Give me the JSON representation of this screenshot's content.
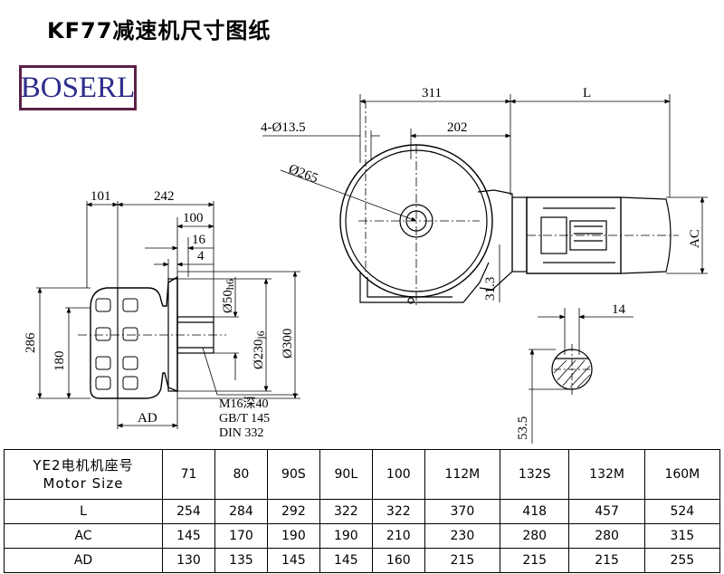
{
  "title": "KF77减速机尺寸图纸",
  "logo": "BOSERL",
  "dims": {
    "d101": "101",
    "d242": "242",
    "d100": "100",
    "d16": "16",
    "d4": "4",
    "d286": "286",
    "d180": "180",
    "d50": "Ø50",
    "d50_tol": "h6",
    "d230": "Ø230",
    "d230_tol": "j6",
    "d300": "Ø300",
    "dAD": "AD",
    "note1": "M16深40",
    "note2": "GB/T 145",
    "note3": "DIN 332",
    "d311": "311",
    "dL": "L",
    "d4_13": "4-Ø13.5",
    "d202": "202",
    "d265": "Ø265",
    "d31_3": "31.3",
    "dAC": "AC",
    "d14": "14",
    "d53_5": "53.5"
  },
  "table": {
    "header_label_1": "YE2电机机座号",
    "header_label_2": "Motor Size",
    "sizes": [
      "71",
      "80",
      "90S",
      "90L",
      "100",
      "112M",
      "132S",
      "132M",
      "160M"
    ],
    "rows": [
      {
        "label": "L",
        "values": [
          "254",
          "284",
          "292",
          "322",
          "322",
          "370",
          "418",
          "457",
          "524"
        ]
      },
      {
        "label": "AC",
        "values": [
          "145",
          "170",
          "190",
          "190",
          "210",
          "230",
          "280",
          "280",
          "315"
        ]
      },
      {
        "label": "AD",
        "values": [
          "130",
          "135",
          "145",
          "145",
          "160",
          "215",
          "215",
          "215",
          "255"
        ]
      }
    ]
  }
}
